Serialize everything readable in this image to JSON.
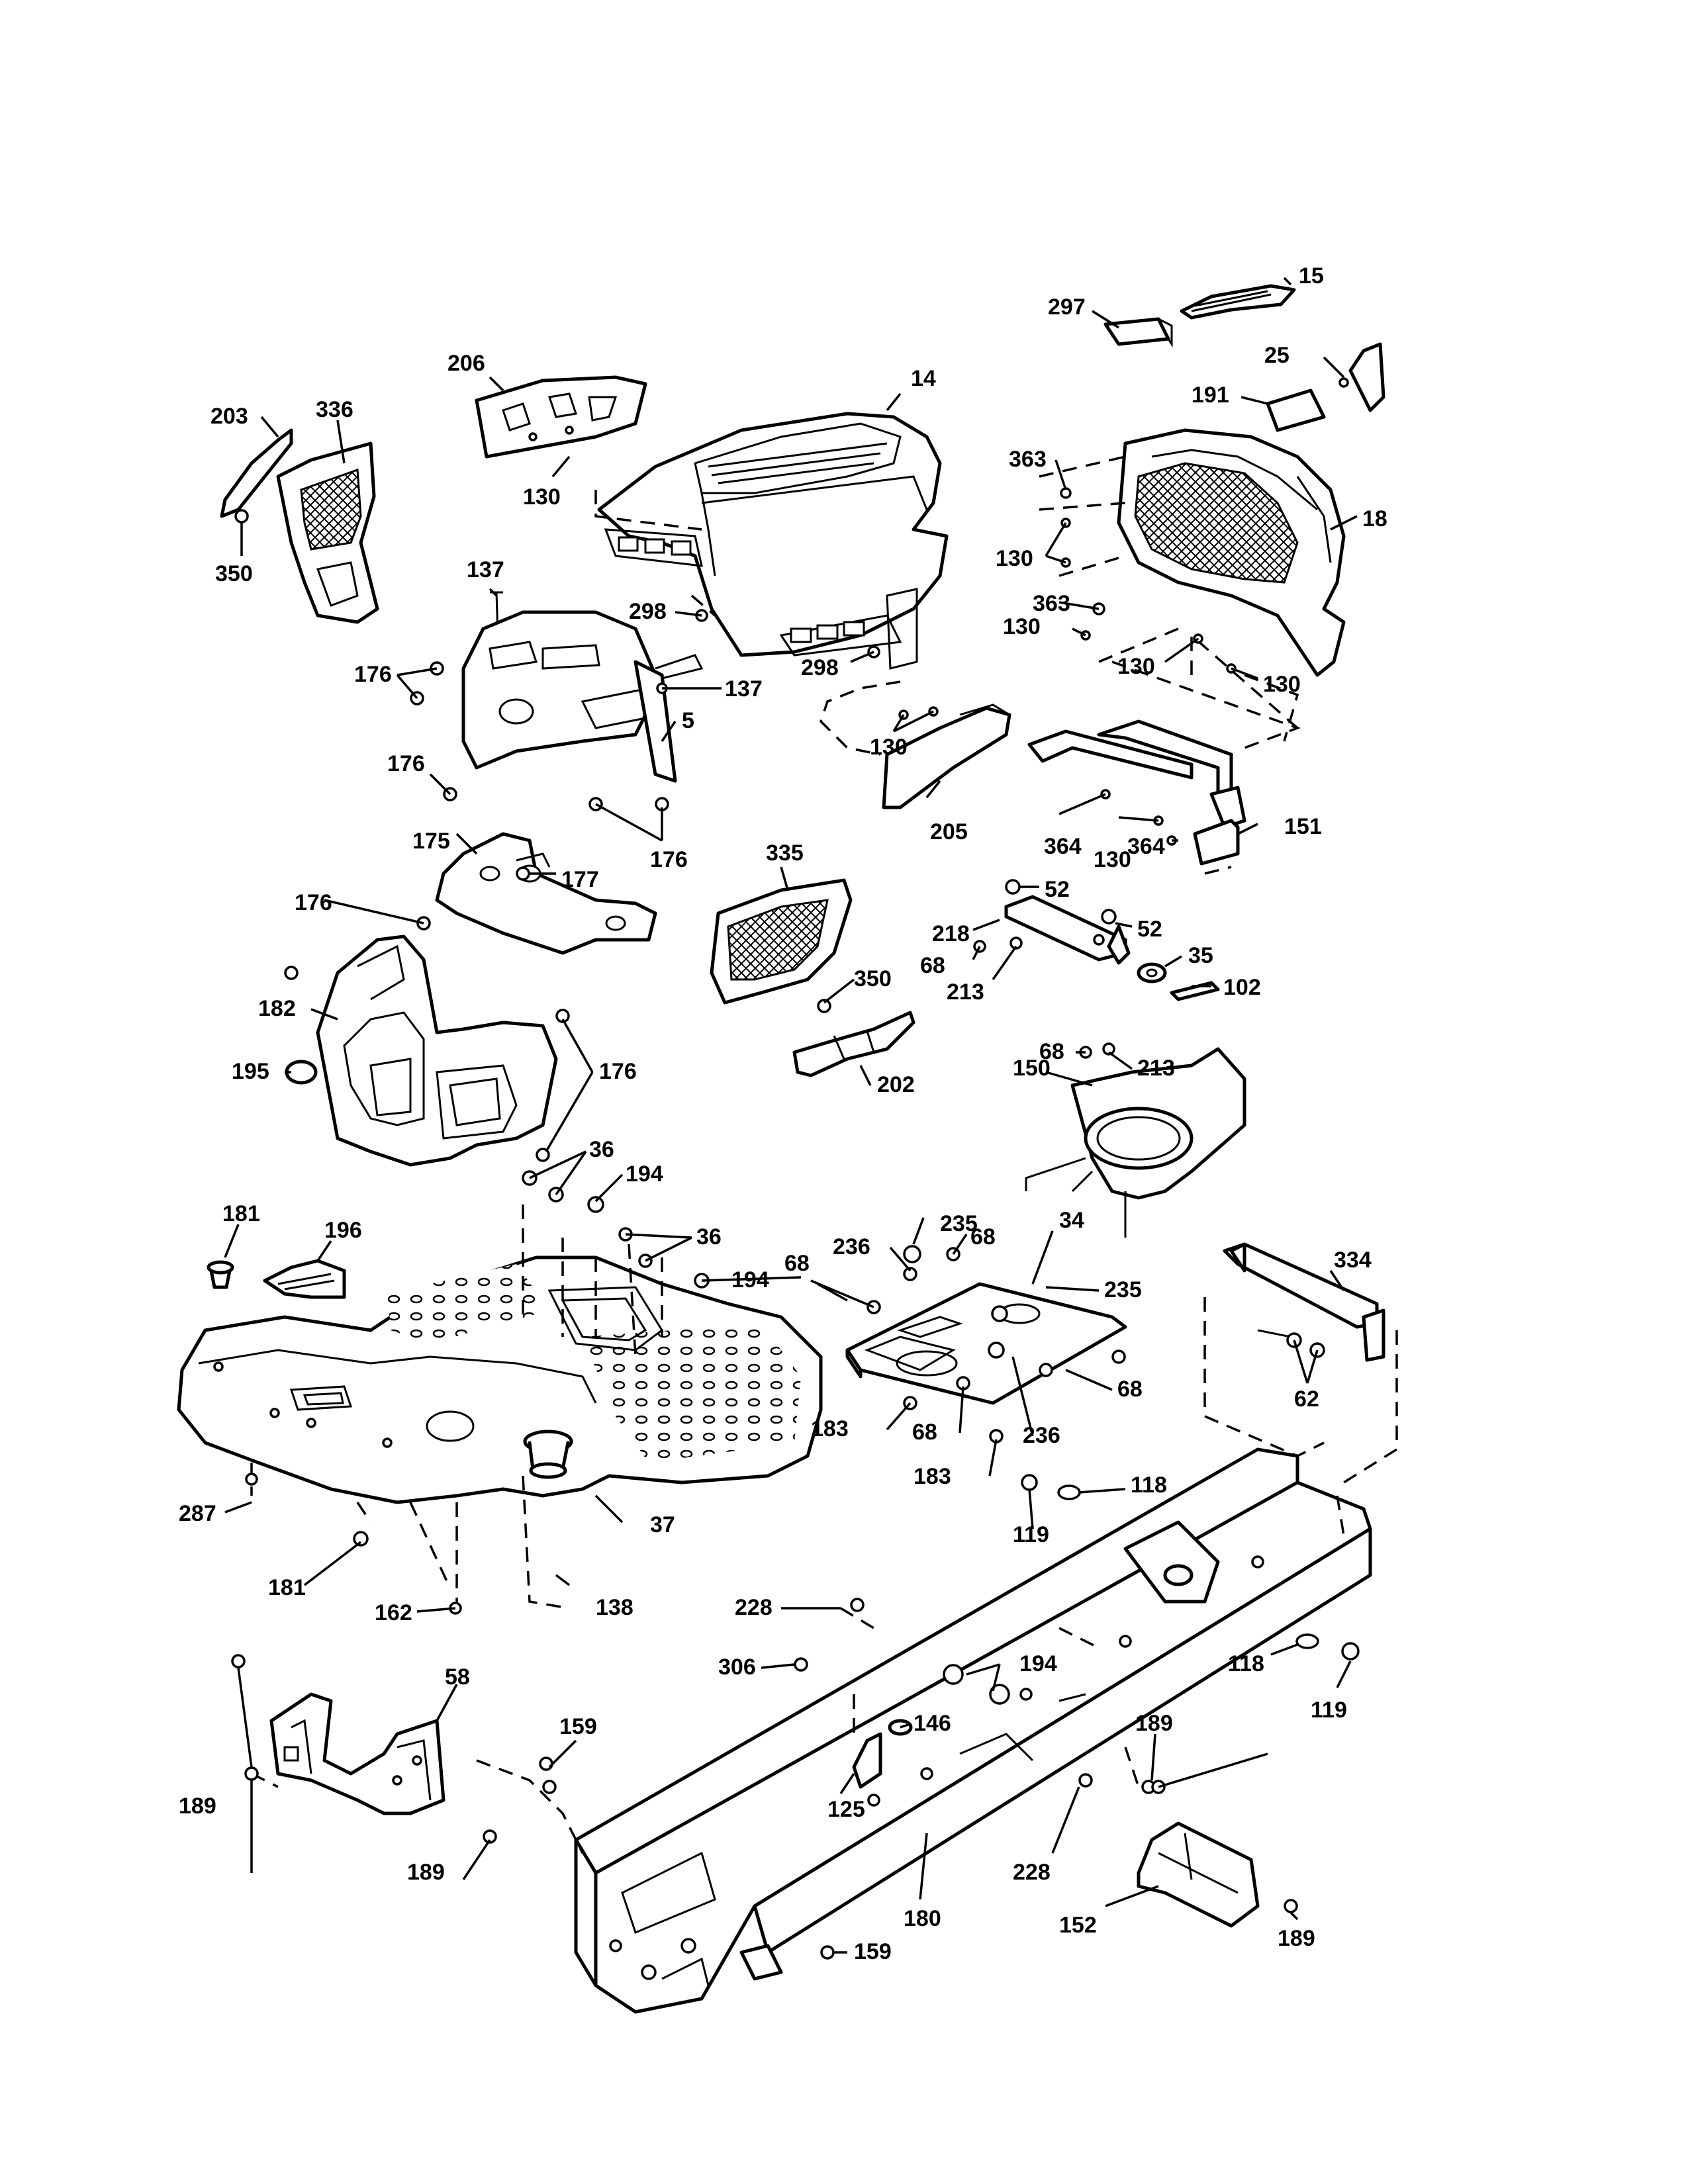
{
  "labels": {
    "l15": "15",
    "l297": "297",
    "l25": "25",
    "l191": "191",
    "l14": "14",
    "l206": "206",
    "l203": "203",
    "l336": "336",
    "l350a": "350",
    "l130a": "130",
    "l363a": "363",
    "l130b": "130",
    "l18": "18",
    "l363b": "363",
    "l130c": "130",
    "l130d": "130",
    "l130e": "130",
    "l137a": "137",
    "l298a": "298",
    "l298b": "298",
    "l137b": "137",
    "l176a": "176",
    "l5": "5",
    "l176b": "176",
    "l176c": "176",
    "l130f": "130",
    "l205": "205",
    "l364a": "364",
    "l130g": "130",
    "l151": "151",
    "l364b": "364",
    "l175": "175",
    "l177": "177",
    "l335": "335",
    "l52a": "52",
    "l218": "218",
    "l52b": "52",
    "l68a": "68",
    "l213a": "213",
    "l35": "35",
    "l102": "102",
    "l176d": "176",
    "l350b": "350",
    "l68b": "68",
    "l213b": "213",
    "l182": "182",
    "l195": "195",
    "l176e": "176",
    "l202": "202",
    "l150": "150",
    "l36a": "36",
    "l194a": "194",
    "l181a": "181",
    "l196": "196",
    "l235a": "235",
    "l36b": "36",
    "l236a": "236",
    "l68c": "68",
    "l34": "34",
    "l334": "334",
    "l68d": "68",
    "l194b": "194",
    "l235b": "235",
    "l62": "62",
    "l68e": "68",
    "l183a": "183",
    "l68f": "68",
    "l236b": "236",
    "l183b": "183",
    "l118a": "118",
    "l287": "287",
    "l119a": "119",
    "l37": "37",
    "l181b": "181",
    "l162": "162",
    "l138": "138",
    "l228a": "228",
    "l306": "306",
    "l194c": "194",
    "l118b": "118",
    "l119b": "119",
    "l58": "58",
    "l159a": "159",
    "l146": "146",
    "l189a": "189",
    "l125": "125",
    "l228b": "228",
    "l189b": "189",
    "l189c": "189",
    "l180": "180",
    "l152": "152",
    "l159b": "159",
    "l189d": "189"
  }
}
